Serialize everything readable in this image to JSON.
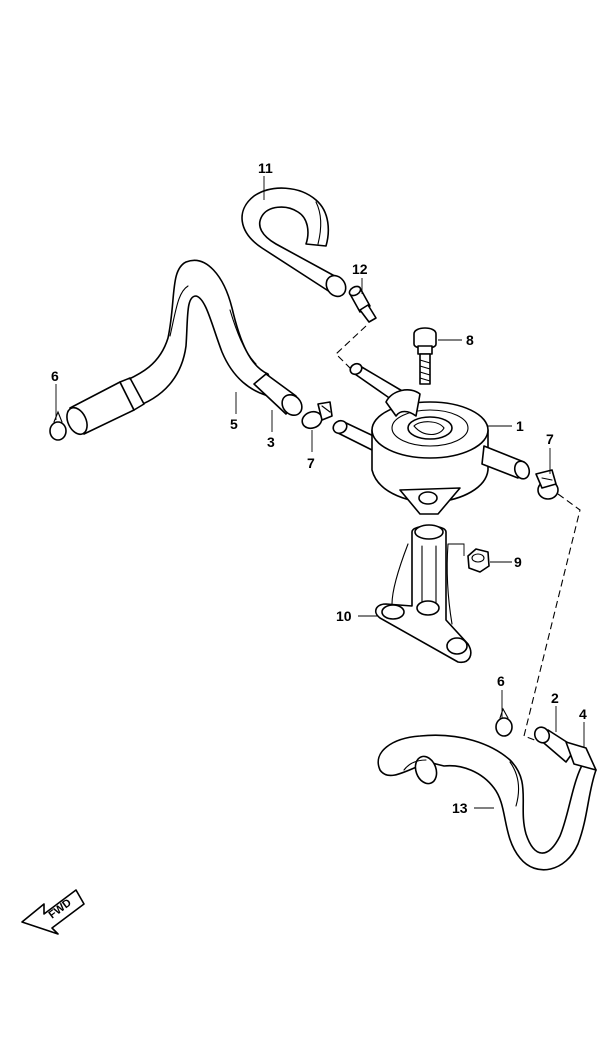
{
  "callouts": {
    "c1": "1",
    "c2": "2",
    "c3": "3",
    "c4": "4",
    "c5": "5",
    "c6a": "6",
    "c6b": "6",
    "c7a": "7",
    "c7b": "7",
    "c8": "8",
    "c9": "9",
    "c10": "10",
    "c11": "11",
    "c12": "12",
    "c13": "13"
  },
  "fwd": {
    "label": "FWD"
  }
}
